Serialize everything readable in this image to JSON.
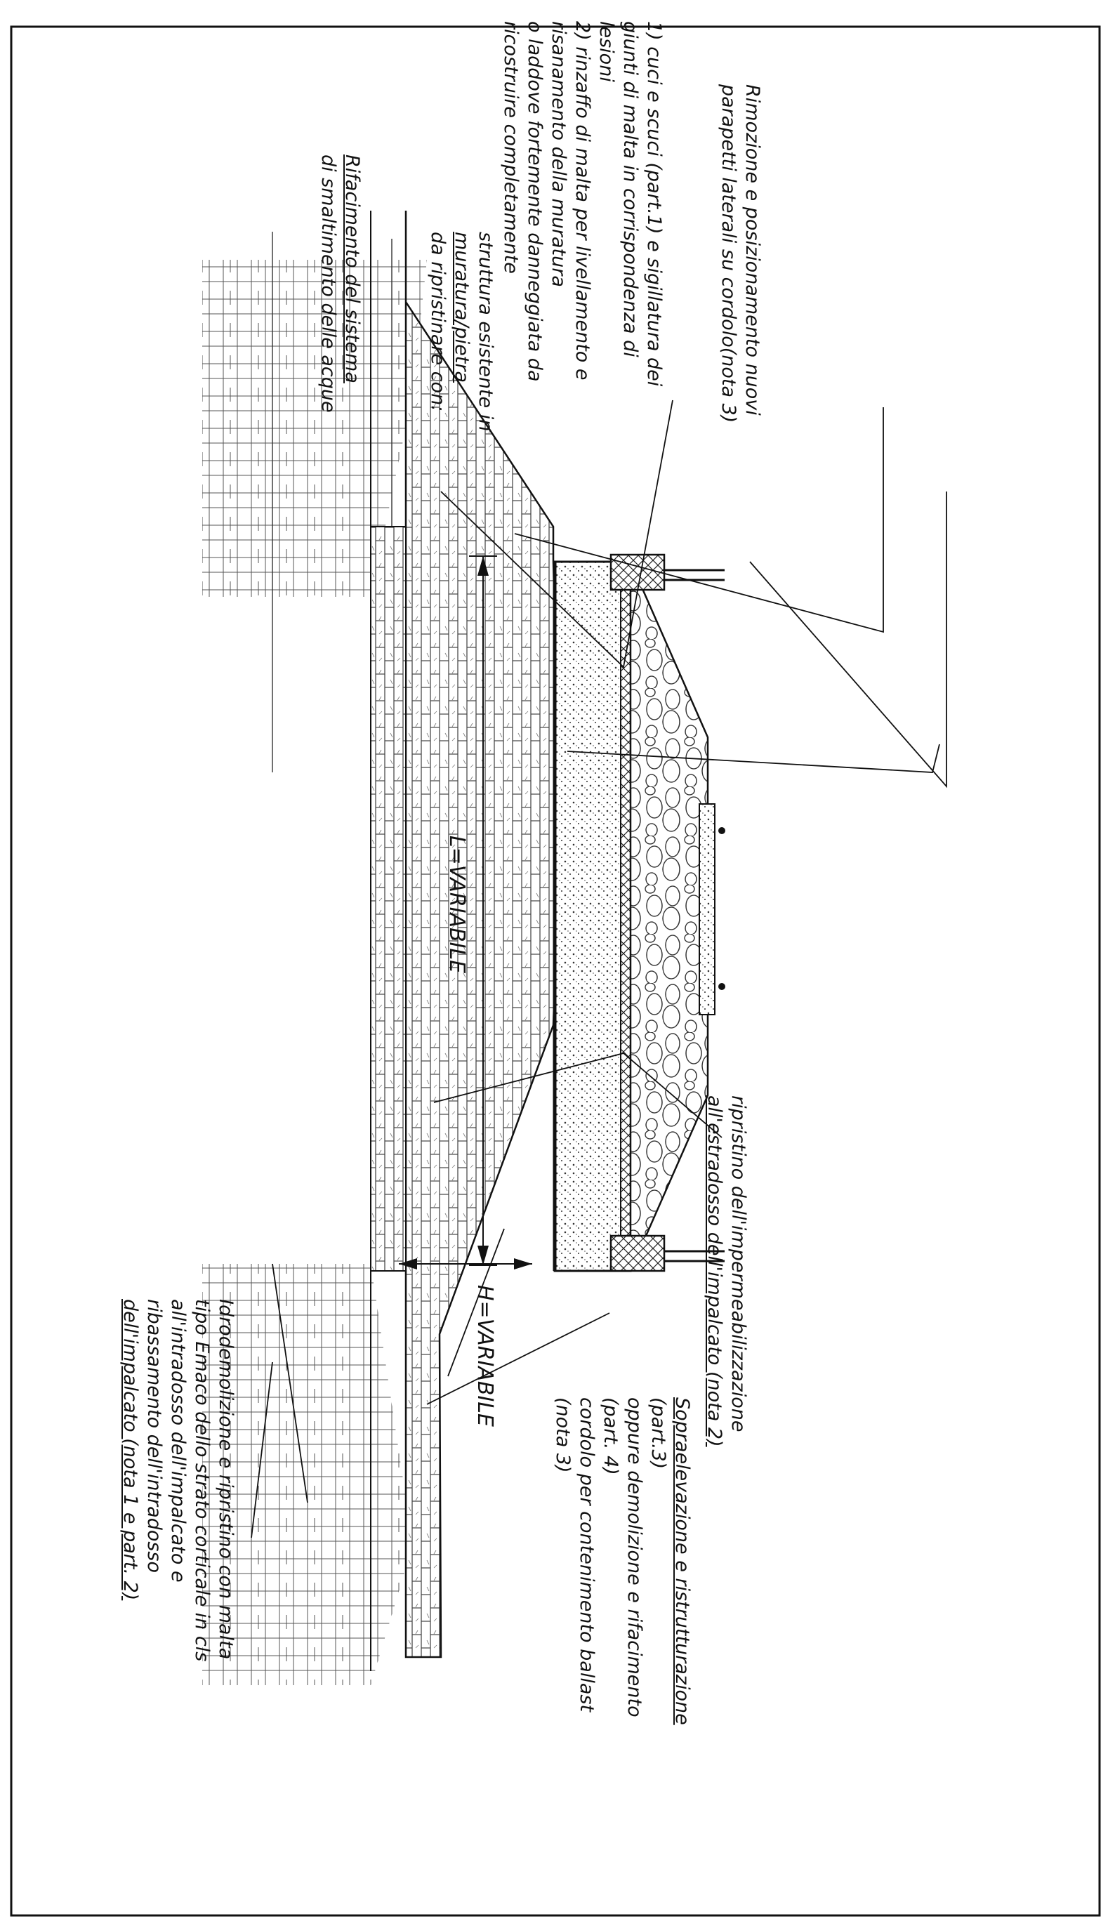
{
  "notes": {
    "parapetti": {
      "line1": "Rimozione e posizionamento nuovi",
      "line2": "parapetti laterali su cordolo(nota 3)"
    },
    "struttura": {
      "line1": "1) cuci e scuci (part.1) e sigillatura dei",
      "line2": "giunti di malta in corrispondenza di",
      "line3": "lesioni",
      "line4": "2) rinzaffo di malta per livellamento e",
      "line5": "risanamento della muratura",
      "line6": "o laddove fortemente danneggiata da",
      "line7": "ricostruire completamente",
      "header1": "struttura esistente in",
      "header2": "muratura/pietra",
      "header3": "da ripristinare con:"
    },
    "smaltimento": {
      "line1": "Rifacimento del sistema",
      "line2": "di smaltimento delle acque"
    },
    "impermeabilizzazione": {
      "line1": "ripristino dell'impermeabilizzazione",
      "line2": "all'estradosso dell'impalcato (nota 2)"
    },
    "sopraelevazione": {
      "line1": "Sopraelevazione e ristrutturazione",
      "line2": "(part.3)",
      "line3": "oppure demolizione e rifacimento",
      "line4": "(part. 4)",
      "line5": "cordolo per contenimento ballast",
      "line6": "(nota 3)"
    },
    "idrodemolizione": {
      "line1": "Idrodemolizione e ripristino con malta",
      "line2": "tipo Emaco dello strato corticale in cls",
      "line3": "all'intradosso dell'impalcato e",
      "line4": "ribassamento dell'intradosso",
      "line5": "dell'impalcato (nota 1 e part. 2)"
    }
  },
  "dimensions": {
    "length_label": "L=VARIABILE",
    "height_label": "H=VARIABILE"
  },
  "colors": {
    "ink": "#111111",
    "paper": "#ffffff"
  }
}
